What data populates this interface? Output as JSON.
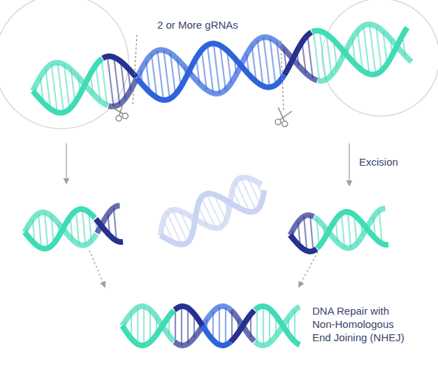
{
  "diagram": {
    "labels": [
      "2 or More gRNAs",
      "Excision",
      "DNA Repair with Non-Homologous End Joining (NHEJ)"
    ]
  }
}
